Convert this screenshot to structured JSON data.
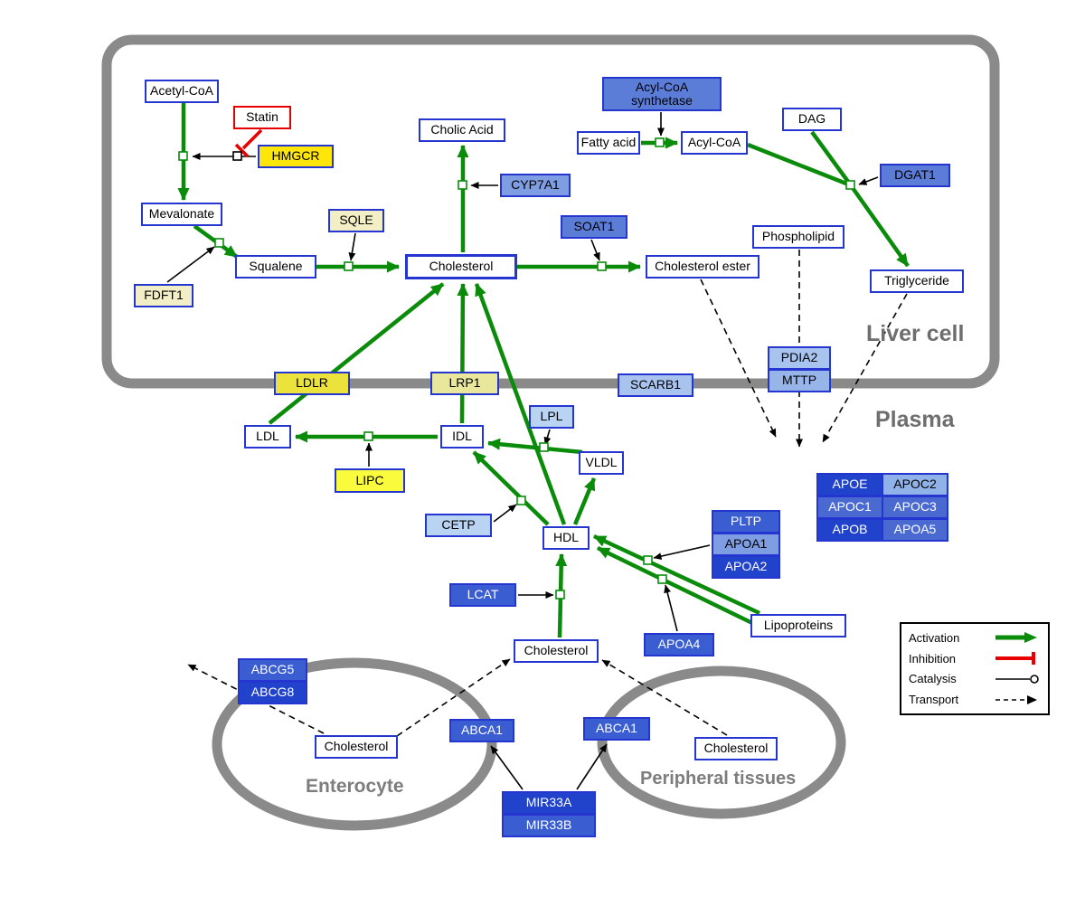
{
  "compartments": {
    "liver": "Liver cell",
    "plasma": "Plasma",
    "enterocyte": "Enterocyte",
    "peripheral": "Peripheral tissues"
  },
  "nodes": {
    "acetyl_coa": {
      "label": "Acetyl-CoA",
      "type": "metabolite"
    },
    "statin": {
      "label": "Statin",
      "type": "drug"
    },
    "hmgcr": {
      "label": "HMGCR",
      "type": "gene"
    },
    "cholic_acid": {
      "label": "Cholic Acid",
      "type": "metabolite"
    },
    "acyl_coa_synthetase": {
      "label": "Acyl-CoA synthetase",
      "type": "gene"
    },
    "fatty_acid": {
      "label": "Fatty acid",
      "type": "metabolite"
    },
    "acyl_coa": {
      "label": "Acyl-CoA",
      "type": "metabolite"
    },
    "dag": {
      "label": "DAG",
      "type": "metabolite"
    },
    "dgat1": {
      "label": "DGAT1",
      "type": "gene"
    },
    "mevalonate": {
      "label": "Mevalonate",
      "type": "metabolite"
    },
    "sqle": {
      "label": "SQLE",
      "type": "gene"
    },
    "squalene": {
      "label": "Squalene",
      "type": "metabolite"
    },
    "cholesterol_liver": {
      "label": "Cholesterol",
      "type": "metabolite"
    },
    "soat1": {
      "label": "SOAT1",
      "type": "gene"
    },
    "cholesterol_ester": {
      "label": "Cholesterol ester",
      "type": "metabolite"
    },
    "phospholipid": {
      "label": "Phospholipid",
      "type": "metabolite"
    },
    "triglyceride": {
      "label": "Triglyceride",
      "type": "metabolite"
    },
    "fdft1": {
      "label": "FDFT1",
      "type": "gene"
    },
    "cyp7a1": {
      "label": "CYP7A1",
      "type": "gene"
    },
    "ldlr": {
      "label": "LDLR",
      "type": "gene"
    },
    "lrp1": {
      "label": "LRP1",
      "type": "gene"
    },
    "scarb1": {
      "label": "SCARB1",
      "type": "gene"
    },
    "pdia2": {
      "label": "PDIA2",
      "type": "gene"
    },
    "mttp": {
      "label": "MTTP",
      "type": "gene"
    },
    "ldl": {
      "label": "LDL",
      "type": "metabolite"
    },
    "idl": {
      "label": "IDL",
      "type": "metabolite"
    },
    "lpl": {
      "label": "LPL",
      "type": "gene"
    },
    "vldl": {
      "label": "VLDL",
      "type": "metabolite"
    },
    "lipc": {
      "label": "LIPC",
      "type": "gene"
    },
    "cetp": {
      "label": "CETP",
      "type": "gene"
    },
    "hdl": {
      "label": "HDL",
      "type": "metabolite"
    },
    "pltp": {
      "label": "PLTP",
      "type": "gene"
    },
    "apoa1": {
      "label": "APOA1",
      "type": "gene"
    },
    "apoa2": {
      "label": "APOA2",
      "type": "gene"
    },
    "lcat": {
      "label": "LCAT",
      "type": "gene"
    },
    "apoa4": {
      "label": "APOA4",
      "type": "gene"
    },
    "lipoproteins": {
      "label": "Lipoproteins",
      "type": "metabolite"
    },
    "apoe": {
      "label": "APOE",
      "type": "gene"
    },
    "apoc2": {
      "label": "APOC2",
      "type": "gene"
    },
    "apoc1": {
      "label": "APOC1",
      "type": "gene"
    },
    "apoc3": {
      "label": "APOC3",
      "type": "gene"
    },
    "apob": {
      "label": "APOB",
      "type": "gene"
    },
    "apoa5": {
      "label": "APOA5",
      "type": "gene"
    },
    "cholesterol_plasma": {
      "label": "Cholesterol",
      "type": "metabolite"
    },
    "abcg5": {
      "label": "ABCG5",
      "type": "gene"
    },
    "abcg8": {
      "label": "ABCG8",
      "type": "gene"
    },
    "cholesterol_enterocyte": {
      "label": "Cholesterol",
      "type": "metabolite"
    },
    "abca1_enterocyte": {
      "label": "ABCA1",
      "type": "gene"
    },
    "abca1_peripheral": {
      "label": "ABCA1",
      "type": "gene"
    },
    "cholesterol_peripheral": {
      "label": "Cholesterol",
      "type": "metabolite"
    },
    "mir33a": {
      "label": "MIR33A",
      "type": "gene"
    },
    "mir33b": {
      "label": "MIR33B",
      "type": "gene"
    }
  },
  "legend": {
    "activation": "Activation",
    "inhibition": "Inhibition",
    "catalysis": "Catalysis",
    "transport": "Transport"
  },
  "colors": {
    "activation_green": "#0a8c0a",
    "inhibition_red": "#e80000",
    "node_border_blue": "#2535cf",
    "membrane_gray": "#8a8a8a",
    "gene_yellow": "#ffe60a",
    "gene_pale_yellow": "#f2eec6",
    "gene_blue_light": "#b9d3f2",
    "gene_blue_medium": "#5b7dd8",
    "gene_blue_dark": "#2143cb"
  }
}
